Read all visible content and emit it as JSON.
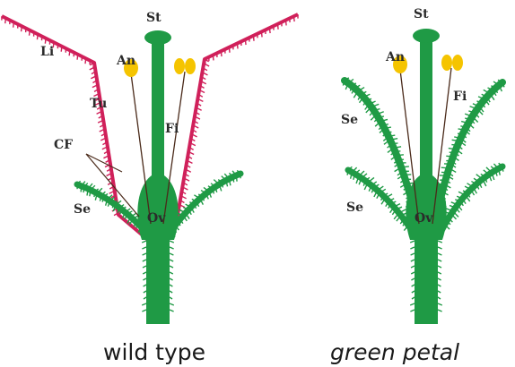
{
  "wild_type": {
    "caption": "wild type",
    "labels": {
      "stigma": "St",
      "limb": "Li",
      "anther": "An",
      "tube": "Tu",
      "filament": "Fi",
      "corolla_fusion": "CF",
      "sepal": "Se",
      "ovary": "Ov"
    }
  },
  "green_petal": {
    "caption": "green petal",
    "labels": {
      "stigma": "St",
      "anther": "An",
      "filament": "Fi",
      "sepal_upper": "Se",
      "sepal_lower": "Se",
      "ovary": "Ov"
    }
  },
  "colors": {
    "plant_green": "#1f9a45",
    "dark_green": "#15803a",
    "petal_magenta": "#d0205a",
    "anther_yellow": "#f5c400",
    "line_dark": "#4a2a1a"
  },
  "icons": [
    "flower-diagram-wild-type",
    "flower-diagram-green-petal"
  ]
}
